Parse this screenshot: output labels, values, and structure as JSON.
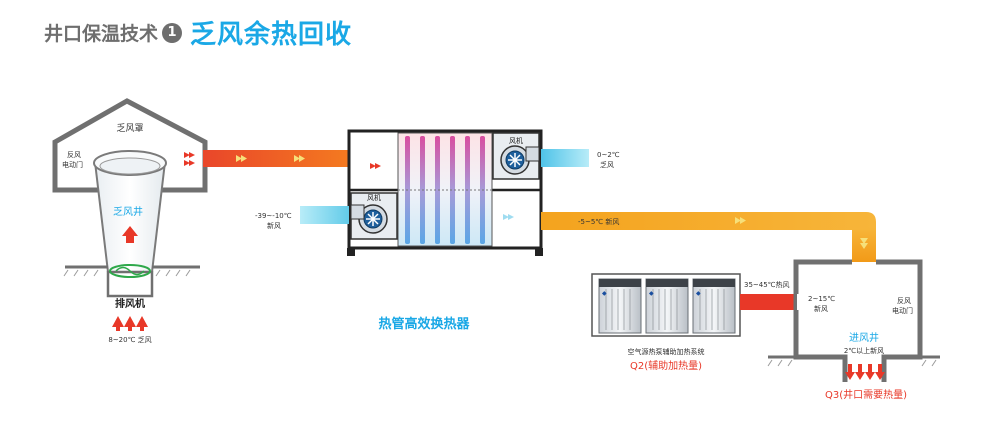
{
  "header": {
    "prefix": "井口保温技术",
    "number": "1",
    "title": "乏风余热回收"
  },
  "hood": {
    "label": "乏风罩",
    "reverse_door_line1": "反风",
    "reverse_door_line2": "电动门"
  },
  "shaft": {
    "label": "乏风井",
    "fan_label": "排风机",
    "temp": "8~20℃ 乏风"
  },
  "exchanger": {
    "label": "热管高效换热器",
    "fan_top": "风机",
    "fan_bottom": "风机",
    "exhaust_out_temp": "0~2℃",
    "exhaust_out_label": "乏风",
    "fresh_in_temp": "-39~-10℃",
    "fresh_in_label": "新风",
    "fresh_out": "-5~5℃ 新风"
  },
  "heat_pump": {
    "caption": "空气源热泵辅助加热系统",
    "q_label": "Q2(辅助加热量)",
    "out_temp": "35~45℃热风"
  },
  "inlet_well": {
    "label": "进风井",
    "temp_line1": "2~15℃",
    "temp_line2": "新风",
    "reverse_door_line1": "反风",
    "reverse_door_line2": "电动门",
    "bottom_temp": "2℃以上新风",
    "q_label": "Q3(井口需要热量)"
  },
  "colors": {
    "accent_blue": "#1aa8e6",
    "hot_red": "#e83828",
    "warm_orange": "#f29a18",
    "cold_cyan": "#66ccee",
    "wall_gray": "#707070"
  }
}
